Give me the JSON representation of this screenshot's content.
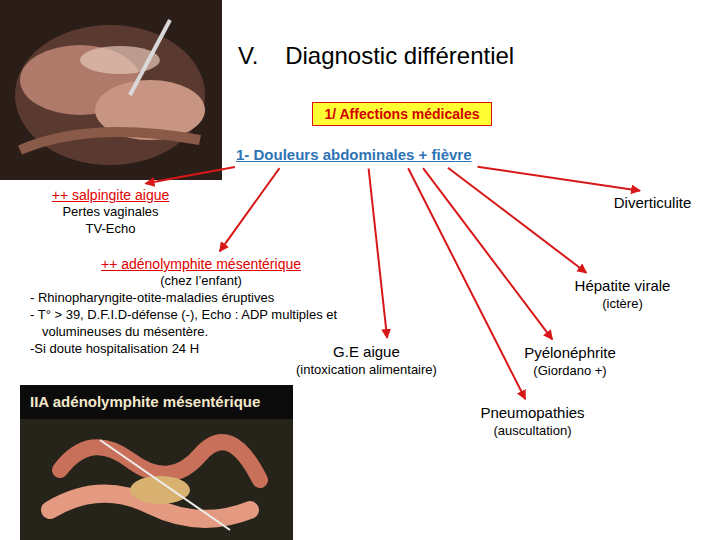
{
  "diagram": {
    "title": "V.    Diagnostic différentiel",
    "nodes": [
      {
        "text": [
          "1/ Affections médicales"
        ]
      },
      {
        "text": [
          "1- Douleurs abdominales + fièvre"
        ]
      },
      {
        "text": [
          "++ salpingite aigue",
          "Pertes vaginales",
          "TV-Echo"
        ]
      },
      {
        "text": [
          "Diverticulite"
        ]
      },
      {
        "text": [
          "++ adénolymphite mésentérique",
          "(chez l’enfant)",
          "- Rhinopharyngite-otite-maladies éruptives",
          "- T° > 39, D.F.I.D-défense (-), Echo : ADP multiples et volumineuses du mésentère.",
          "-Si doute hospitalisation 24 H"
        ]
      },
      {
        "text": [
          "Hépatite virale",
          "(ictère)"
        ]
      },
      {
        "text": [
          "G.E aigue",
          "(intoxication alimentaire)"
        ]
      },
      {
        "text": [
          "Pyélonéphrite",
          "(Giordano +)"
        ]
      },
      {
        "text": [
          "Pneumopathies",
          "(auscultation)"
        ]
      }
    ],
    "edges": [
      {
        "from": 1,
        "to": 2,
        "arrow": "to"
      },
      {
        "from": 1,
        "to": 3,
        "arrow": "to"
      },
      {
        "from": 1,
        "to": 4,
        "arrow": "to"
      },
      {
        "from": 1,
        "to": 5,
        "arrow": "to"
      },
      {
        "from": 1,
        "to": 6,
        "arrow": "to"
      },
      {
        "from": 1,
        "to": 7,
        "arrow": "to"
      },
      {
        "from": 1,
        "to": 8,
        "arrow": "to"
      }
    ],
    "labels": [
      "IIA adénolymphite mésentérique"
    ]
  }
}
